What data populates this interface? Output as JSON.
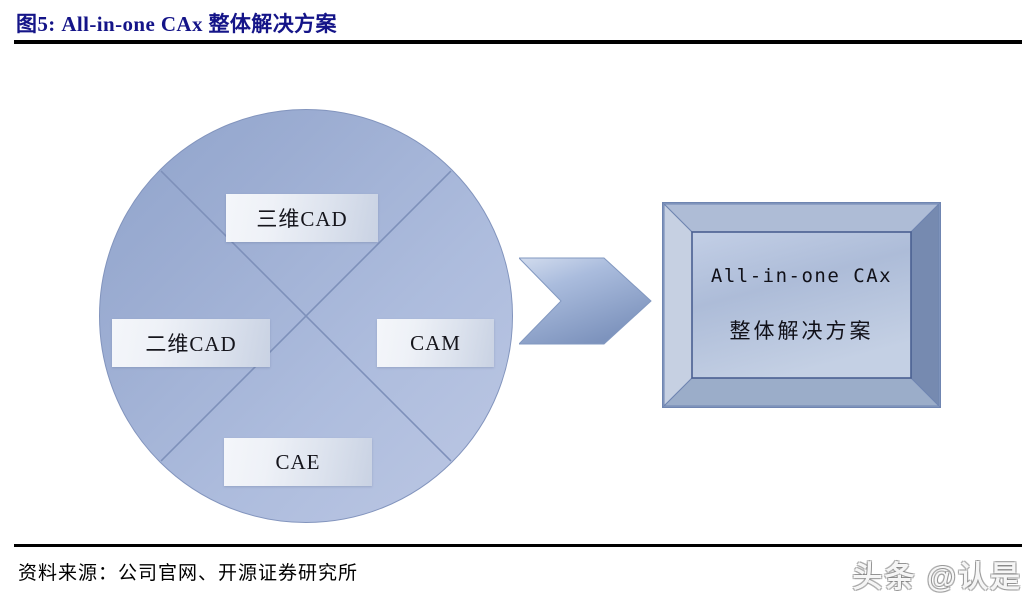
{
  "header": {
    "figure_number": "图5:",
    "title": "图5:  All-in-one CAx 整体解决方案",
    "title_color": "#141488"
  },
  "diagram": {
    "type": "concept-diagram",
    "circle": {
      "name": "CAx capability circle",
      "fill_color": "#9cadd2",
      "divider_color": "#7e90ba",
      "quadrant_labels": [
        {
          "id": "3dcad",
          "text": "三维CAD",
          "position": "top"
        },
        {
          "id": "2dcad",
          "text": "二维CAD",
          "position": "left"
        },
        {
          "id": "cam",
          "text": "CAM",
          "position": "right"
        },
        {
          "id": "cae",
          "text": "CAE",
          "position": "bottom"
        }
      ]
    },
    "arrow": {
      "name": "chevron-arrow",
      "direction": "right",
      "fill_color": "#9eb2d6"
    },
    "result_box": {
      "name": "All-in-one CAx result frame",
      "frame_color": "#7f93bb",
      "fill_color": "#aebdd9",
      "line_1": "All-in-one CAx",
      "line_2": "整体解决方案"
    }
  },
  "footer": {
    "source_label": "资料来源：公司官网、开源证券研究所",
    "watermark": "头条 @认是"
  }
}
